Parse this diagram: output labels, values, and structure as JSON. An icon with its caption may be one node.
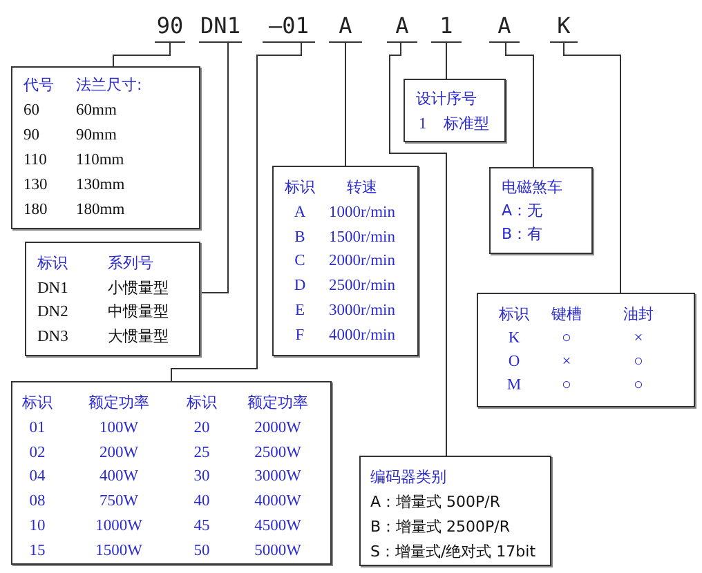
{
  "diagram": {
    "nodes": [
      {
        "text": [
          "90"
        ]
      },
      {
        "text": [
          "DN1"
        ]
      },
      {
        "text": [
          "—01"
        ]
      },
      {
        "text": [
          "A"
        ]
      },
      {
        "text": [
          "A"
        ]
      },
      {
        "text": [
          "1"
        ]
      },
      {
        "text": [
          "A"
        ]
      },
      {
        "text": [
          "K"
        ]
      },
      {
        "text": [
          "代号",
          "法兰尺寸:",
          "60",
          "60mm",
          "90",
          "90mm",
          "110",
          "110mm",
          "130",
          "130mm",
          "180",
          "180mm"
        ]
      },
      {
        "text": [
          "标识",
          "系列号",
          "DN1",
          "小惯量型",
          "DN2",
          "中惯量型",
          "DN3",
          "大惯量型"
        ]
      },
      {
        "text": [
          "标识",
          "额定功率",
          "标识",
          "额定功率",
          "01",
          "100W",
          "20",
          "2000W",
          "02",
          "200W",
          "25",
          "2500W",
          "04",
          "400W",
          "30",
          "3000W",
          "08",
          "750W",
          "40",
          "4000W",
          "10",
          "1000W",
          "45",
          "4500W",
          "15",
          "1500W",
          "50",
          "5000W"
        ]
      },
      {
        "text": [
          "标识",
          "转速",
          "A",
          "1000r/min",
          "B",
          "1500r/min",
          "C",
          "2000r/min",
          "D",
          "2500r/min",
          "E",
          "3000r/min",
          "F",
          "4000r/min"
        ]
      },
      {
        "text": [
          "设计序号",
          "1",
          "标准型"
        ]
      },
      {
        "text": [
          "电磁煞车",
          "A：无",
          "B：有"
        ]
      },
      {
        "text": [
          "标识",
          "键槽",
          "油封",
          "K",
          "○",
          "×",
          "O",
          "×",
          "○",
          "M",
          "○",
          "○"
        ]
      },
      {
        "text": [
          "编码器类别",
          "A：增量式 500P/R",
          "B：增量式  2500P/R",
          "S：增量式/绝对式 17bit"
        ]
      }
    ],
    "edges": [
      {
        "from": 0,
        "to": 8,
        "arrow": "none"
      },
      {
        "from": 1,
        "to": 9,
        "arrow": "none"
      },
      {
        "from": 2,
        "to": 10,
        "arrow": "none"
      },
      {
        "from": 3,
        "to": 11,
        "arrow": "none"
      },
      {
        "from": 4,
        "to": 15,
        "arrow": "none"
      },
      {
        "from": 5,
        "to": 12,
        "arrow": "none"
      },
      {
        "from": 6,
        "to": 13,
        "arrow": "none"
      },
      {
        "from": 7,
        "to": 14,
        "arrow": "none"
      }
    ]
  }
}
